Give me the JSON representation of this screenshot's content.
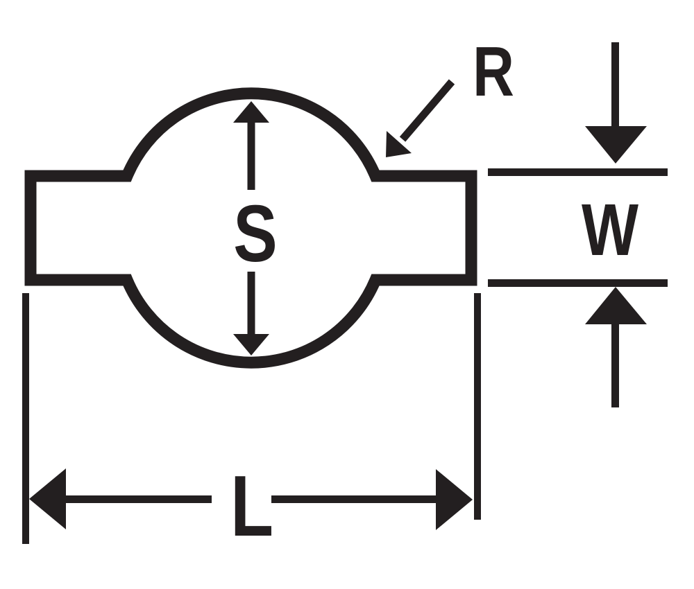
{
  "figure": {
    "description": "Dimensioned outline drawing of a tab with a central circular boss",
    "labels": {
      "s": "S",
      "r": "R",
      "w": "W",
      "l": "L"
    },
    "ink_color": "#231f20",
    "background_color": "#ffffff"
  }
}
